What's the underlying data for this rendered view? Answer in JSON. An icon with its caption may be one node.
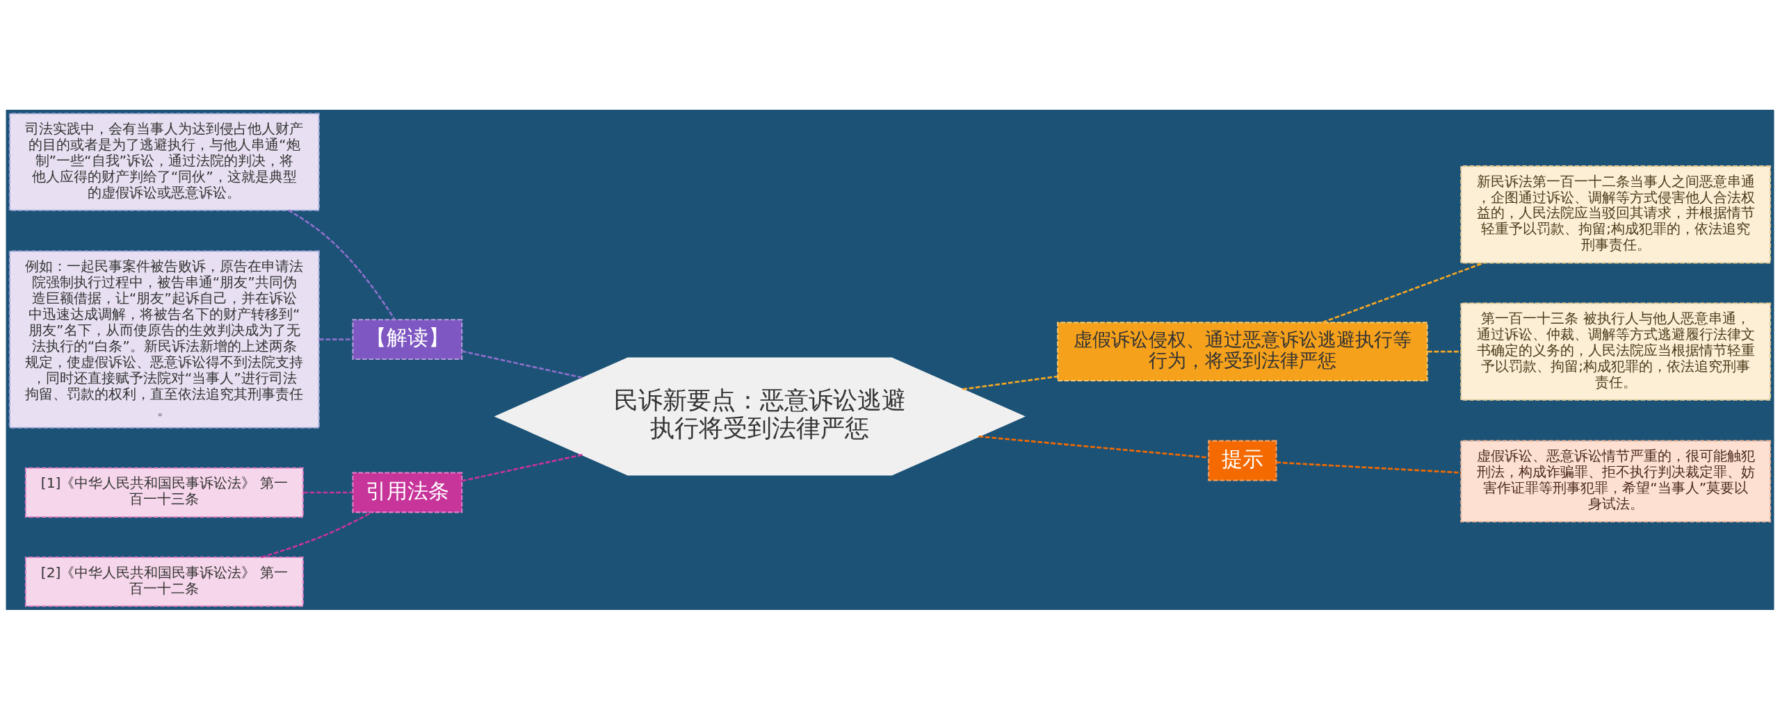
{
  "diagram": {
    "nodes": [
      {
        "text": [
          "民诉新要点：恶意诉讼逃避执行将受到法律严惩"
        ]
      },
      {
        "text": [
          "【解读】"
        ]
      },
      {
        "text": [
          "司法实践中，会有当事人为达到侵占他人财产的目的或者是为了逃避执行，与他人串通“炮制”一些“自我”诉讼，通过法院的判决，将他人应得的财产判给了“同伙”，这就是典型的虚假诉讼或恶意诉讼。"
        ]
      },
      {
        "text": [
          "例如：一起民事案件被告败诉，原告在申请法院强制执行过程中，被告串通“朋友”共同伪造巨额借据，让“朋友”起诉自己，并在诉讼中迅速达成调解，将被告名下的财产转移到“朋友”名下，从而使原告的生效判决成为了无法执行的“白条”。新民诉法新增的上述两条规定，使虚假诉讼、恶意诉讼得不到法院支持，同时还直接赋予法院对“当事人”进行司法拘留、罚款的权利，直至依法追究其刑事责任。"
        ]
      },
      {
        "text": [
          "引用法条"
        ]
      },
      {
        "text": [
          "[1]《中华人民共和国民事诉讼法》 第一百一十三条"
        ]
      },
      {
        "text": [
          "[2]《中华人民共和国民事诉讼法》 第一百一十二条"
        ]
      },
      {
        "text": [
          "虚假诉讼侵权、通过恶意诉讼逃避执行等行为，将受到法律严惩"
        ]
      },
      {
        "text": [
          "新民诉法第一百一十二条当事人之间恶意串通，企图通过诉讼、调解等方式侵害他人合法权益的，人民法院应当驳回其请求，并根据情节轻重予以罚款、拘留;构成犯罪的，依法追究刑事责任。"
        ]
      },
      {
        "text": [
          "第一百一十三条 被执行人与他人恶意串通，通过诉讼、仲裁、调解等方式逃避履行法律文书确定的义务的，人民法院应当根据情节轻重予以罚款、拘留;构成犯罪的，依法追究刑事责任。"
        ]
      },
      {
        "text": [
          "提示"
        ]
      },
      {
        "text": [
          "虚假诉讼、恶意诉讼情节严重的，很可能触犯刑法，构成诈骗罪、拒不执行判决裁定罪、妨害作证罪等刑事犯罪，希望“当事人”莫要以身试法。"
        ]
      }
    ],
    "edges": [
      {
        "from": 0,
        "to": 1,
        "arrow": "none",
        "style": "dashed",
        "color": "#8e6fc9"
      },
      {
        "from": 1,
        "to": 2,
        "arrow": "none",
        "style": "dashed",
        "color": "#8e6fc9"
      },
      {
        "from": 1,
        "to": 3,
        "arrow": "none",
        "style": "dashed",
        "color": "#8e6fc9"
      },
      {
        "from": 0,
        "to": 4,
        "arrow": "none",
        "style": "dashed",
        "color": "#c7349a"
      },
      {
        "from": 4,
        "to": 5,
        "arrow": "none",
        "style": "dashed",
        "color": "#c7349a"
      },
      {
        "from": 4,
        "to": 6,
        "arrow": "none",
        "style": "dashed",
        "color": "#c7349a"
      },
      {
        "from": 0,
        "to": 7,
        "arrow": "none",
        "style": "dashed",
        "color": "#f5a623"
      },
      {
        "from": 7,
        "to": 8,
        "arrow": "none",
        "style": "dashed",
        "color": "#f5a623"
      },
      {
        "from": 7,
        "to": 9,
        "arrow": "none",
        "style": "dashed",
        "color": "#f5a623"
      },
      {
        "from": 0,
        "to": 10,
        "arrow": "none",
        "style": "dashed",
        "color": "#f56a00"
      },
      {
        "from": 10,
        "to": 11,
        "arrow": "none",
        "style": "dashed",
        "color": "#f56a00"
      }
    ]
  }
}
